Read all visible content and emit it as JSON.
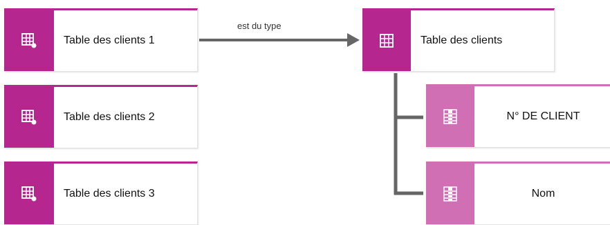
{
  "instances": [
    {
      "label": "Table des clients 1",
      "icon": "table-instance-icon"
    },
    {
      "label": "Table des clients 2",
      "icon": "table-instance-icon"
    },
    {
      "label": "Table des clients 3",
      "icon": "table-instance-icon"
    }
  ],
  "relationship": {
    "label": "est du type"
  },
  "type_object": {
    "label": "Table des clients",
    "icon": "table-icon"
  },
  "attributes": [
    {
      "label": "N° DE CLIENT",
      "icon": "table-column-icon"
    },
    {
      "label": "Nom",
      "icon": "table-column-icon"
    }
  ],
  "colors": {
    "primary": "#b5278f",
    "attribute": "#d16fb5",
    "connector": "#666666"
  }
}
